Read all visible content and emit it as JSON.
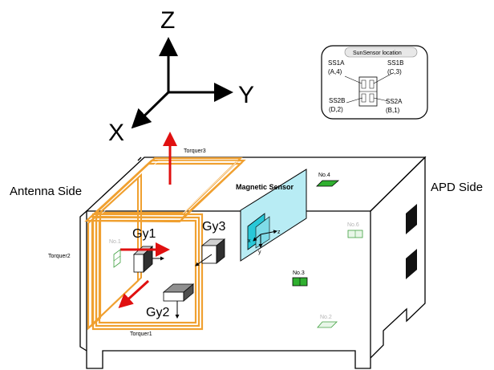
{
  "axes": {
    "x_label": "X",
    "y_label": "Y",
    "z_label": "Z"
  },
  "sides": {
    "antenna": "Antenna Side",
    "apd": "APD Side"
  },
  "torquers": [
    "Torquer1",
    "Torquer2",
    "Torquer3"
  ],
  "gyros": [
    "Gy1",
    "Gy2",
    "Gy3"
  ],
  "magnetic_sensor": {
    "label": "Magnetic Sensor",
    "axes": [
      "z",
      "y",
      "x"
    ]
  },
  "sun_sensors": [
    "No.1",
    "No.2",
    "No.3",
    "No.4",
    "No.6"
  ],
  "inset": {
    "title": "SunSensor location",
    "items": [
      {
        "name": "SS1A",
        "code": "(A,4)"
      },
      {
        "name": "SS1B",
        "code": "(C,3)"
      },
      {
        "name": "SS2B",
        "code": "(D,2)"
      },
      {
        "name": "SS2A",
        "code": "(B,1)"
      }
    ]
  },
  "colors": {
    "coil": "#f0a030",
    "arrow": "#e01010",
    "sensor_panel": "#b8ecf4",
    "sensor_block": "#28c8d8",
    "sun_sensor": "#30b030"
  }
}
